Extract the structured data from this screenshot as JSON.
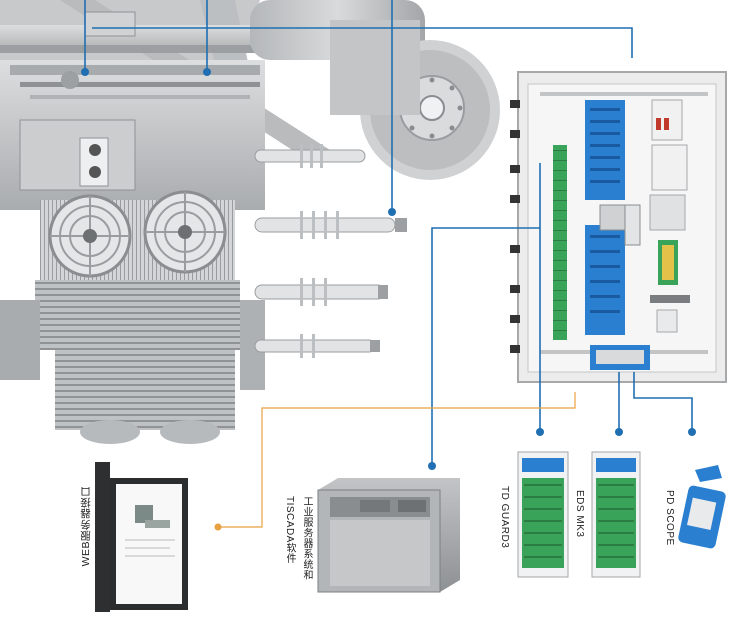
{
  "labels": {
    "web": "WEB服务器接口",
    "scada_line1": "工业服务器系统和",
    "scada_line2": "TISCADA软件",
    "guard": "TD GUARD3",
    "eds": "EDS MK3",
    "pd": "PD SCOPE"
  },
  "colors": {
    "connector_blue": "#1f6fb2",
    "connector_orange": "#e8a040",
    "module_blue": "#2a7fd0",
    "terminal_green": "#3aa35a",
    "transformer_grey": "#c9cbcd"
  },
  "icons": [
    "laptop-icon",
    "server-cabinet-icon",
    "monitor-device-icon",
    "handheld-scope-icon"
  ]
}
